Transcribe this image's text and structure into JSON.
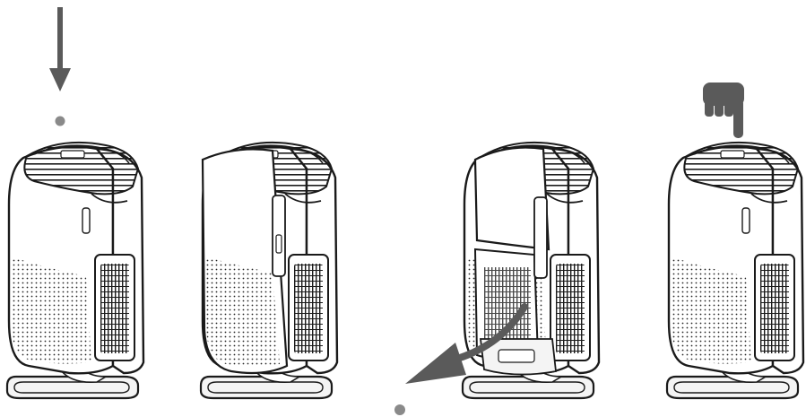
{
  "diagram": {
    "steps": [
      {
        "index": 1,
        "device": "air-purifier",
        "state": "front panel closed",
        "indicator": "arrow-down-icon"
      },
      {
        "index": 2,
        "device": "air-purifier",
        "state": "front panel opening",
        "indicator": ""
      },
      {
        "index": 3,
        "device": "air-purifier",
        "state": "front panel removed, filter pulled out",
        "indicator": "arrow-diagonal-icon"
      },
      {
        "index": 4,
        "device": "air-purifier",
        "state": "front panel closed",
        "indicator": "pointing-hand-icon"
      }
    ],
    "colors": {
      "ink": "#1a1a1a",
      "arrow": "#5a5a5a",
      "dot": "#8a8a8a",
      "body": "#ffffff",
      "pedestal": "#f4f4f4"
    }
  }
}
